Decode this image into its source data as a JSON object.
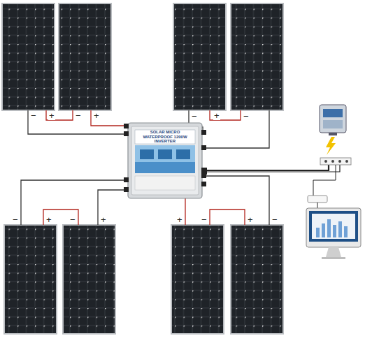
{
  "diagram": {
    "labels": [
      "−",
      "+",
      "−",
      "+",
      "−",
      "+",
      "−",
      "−",
      "+",
      "−",
      "+",
      "+",
      "−",
      "+",
      "−",
      "SOLAR MICRO WATERPROOF 1200W INVERTER"
    ]
  }
}
